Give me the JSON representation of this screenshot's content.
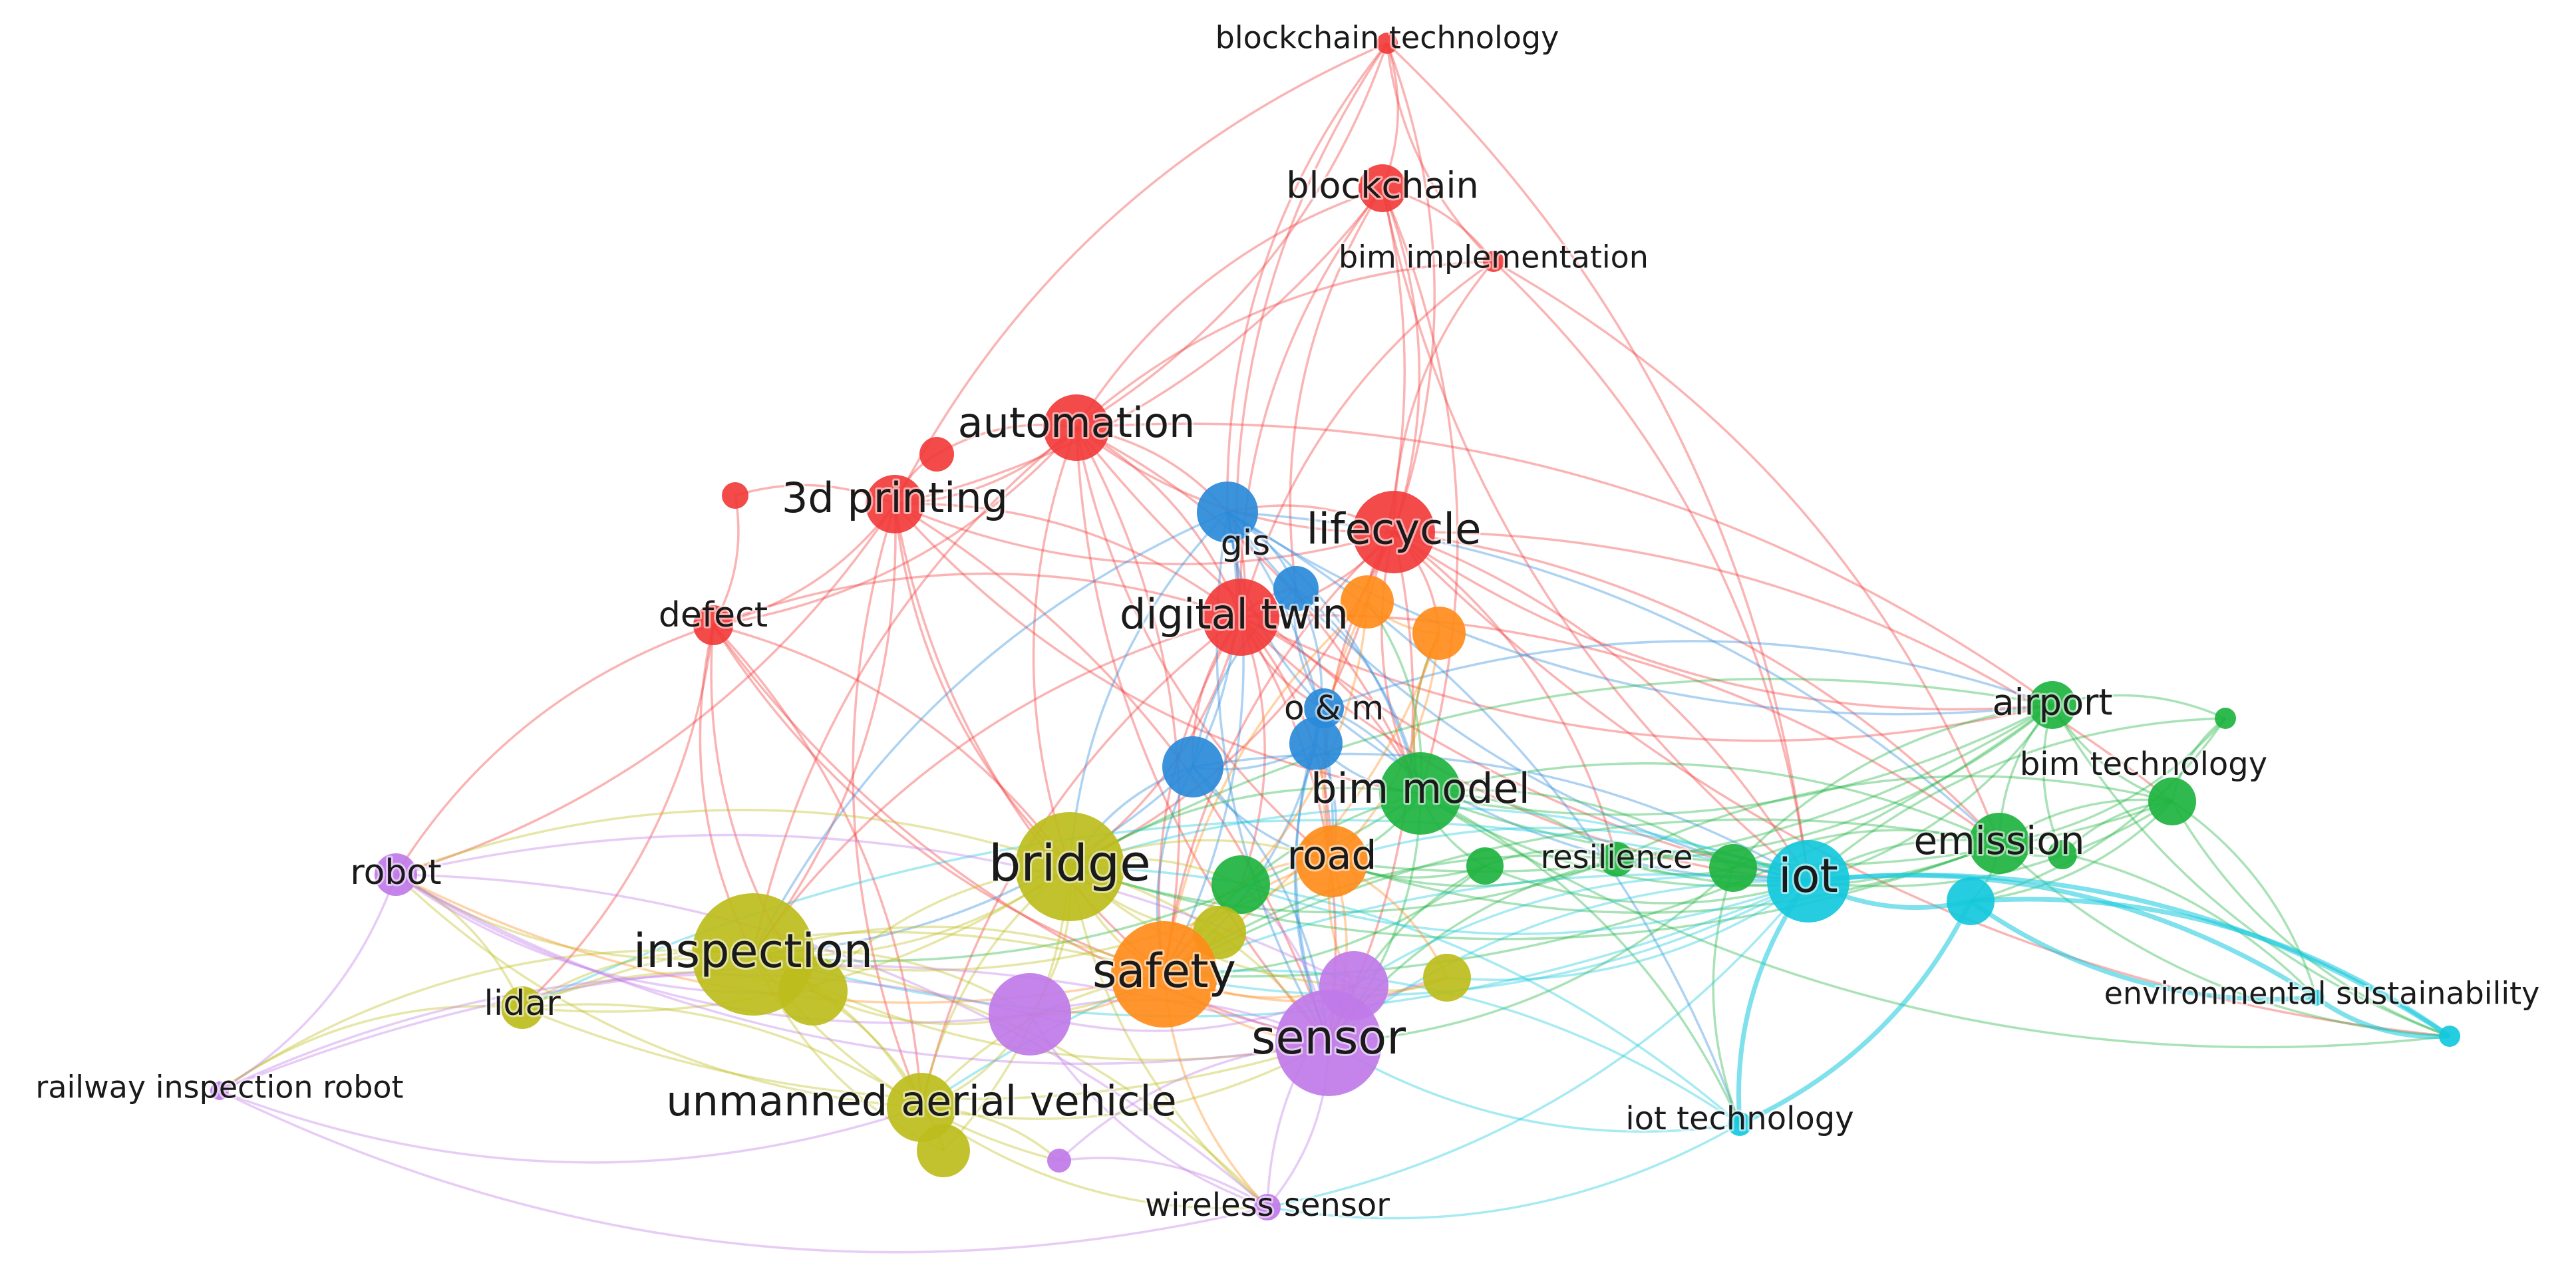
{
  "clusters": {
    "red": "#f23b3b",
    "blue": "#2a8ad9",
    "green": "#1eb33f",
    "cyan": "#14c8dc",
    "yellow": "#bdbd1c",
    "orange": "#ff8c1a",
    "purple": "#c07ae8"
  },
  "keywords": [
    {
      "id": "blockchain-technology",
      "label": "blockchain technology",
      "cluster": "red"
    },
    {
      "id": "blockchain",
      "label": "blockchain",
      "cluster": "red"
    },
    {
      "id": "bim-implementation",
      "label": "bim implementation",
      "cluster": "red"
    },
    {
      "id": "automation",
      "label": "automation",
      "cluster": "red"
    },
    {
      "id": "3d-printing",
      "label": "3d printing",
      "cluster": "red"
    },
    {
      "id": "lifecycle",
      "label": "lifecycle",
      "cluster": "red"
    },
    {
      "id": "digital-twin",
      "label": "digital twin",
      "cluster": "red"
    },
    {
      "id": "defect",
      "label": "defect",
      "cluster": "red"
    },
    {
      "id": "red-small-1",
      "label": "",
      "cluster": "red"
    },
    {
      "id": "red-small-2",
      "label": "",
      "cluster": "red"
    },
    {
      "id": "gis",
      "label": "gis",
      "cluster": "blue"
    },
    {
      "id": "o-m",
      "label": "o & m",
      "cluster": "blue"
    },
    {
      "id": "blue-1",
      "label": "",
      "cluster": "blue"
    },
    {
      "id": "blue-2",
      "label": "",
      "cluster": "blue"
    },
    {
      "id": "blue-3",
      "label": "",
      "cluster": "blue"
    },
    {
      "id": "bim-model",
      "label": "bim model",
      "cluster": "green"
    },
    {
      "id": "airport",
      "label": "airport",
      "cluster": "green"
    },
    {
      "id": "bim-technology",
      "label": "bim technology",
      "cluster": "green"
    },
    {
      "id": "emission",
      "label": "emission",
      "cluster": "green"
    },
    {
      "id": "resilience",
      "label": "resilience",
      "cluster": "green"
    },
    {
      "id": "green-1",
      "label": "",
      "cluster": "green"
    },
    {
      "id": "green-2",
      "label": "",
      "cluster": "green"
    },
    {
      "id": "green-3",
      "label": "",
      "cluster": "green"
    },
    {
      "id": "green-4",
      "label": "",
      "cluster": "green"
    },
    {
      "id": "green-5",
      "label": "",
      "cluster": "green"
    },
    {
      "id": "iot",
      "label": "iot",
      "cluster": "cyan"
    },
    {
      "id": "environmental-sustainability",
      "label": "environmental sustainability",
      "cluster": "cyan"
    },
    {
      "id": "iot-technology",
      "label": "iot technology",
      "cluster": "cyan"
    },
    {
      "id": "cyan-1",
      "label": "",
      "cluster": "cyan"
    },
    {
      "id": "cyan-2",
      "label": "",
      "cluster": "cyan"
    },
    {
      "id": "bridge",
      "label": "bridge",
      "cluster": "yellow"
    },
    {
      "id": "inspection",
      "label": "inspection",
      "cluster": "yellow"
    },
    {
      "id": "lidar",
      "label": "lidar",
      "cluster": "yellow"
    },
    {
      "id": "unmanned-aerial-vehicle",
      "label": "unmanned aerial vehicle",
      "cluster": "yellow"
    },
    {
      "id": "yellow-1",
      "label": "",
      "cluster": "yellow"
    },
    {
      "id": "yellow-2",
      "label": "",
      "cluster": "yellow"
    },
    {
      "id": "yellow-3",
      "label": "",
      "cluster": "yellow"
    },
    {
      "id": "yellow-4",
      "label": "",
      "cluster": "yellow"
    },
    {
      "id": "safety",
      "label": "safety",
      "cluster": "orange"
    },
    {
      "id": "road",
      "label": "road",
      "cluster": "orange"
    },
    {
      "id": "orange-1",
      "label": "",
      "cluster": "orange"
    },
    {
      "id": "orange-2",
      "label": "",
      "cluster": "orange"
    },
    {
      "id": "sensor",
      "label": "sensor",
      "cluster": "purple"
    },
    {
      "id": "robot",
      "label": "robot",
      "cluster": "purple"
    },
    {
      "id": "railway-inspection-robot",
      "label": "railway inspection robot",
      "cluster": "purple"
    },
    {
      "id": "wireless-sensor",
      "label": "wireless sensor",
      "cluster": "purple"
    },
    {
      "id": "purple-1",
      "label": "",
      "cluster": "purple"
    },
    {
      "id": "purple-2",
      "label": "",
      "cluster": "purple"
    },
    {
      "id": "purple-3",
      "label": "",
      "cluster": "purple"
    }
  ]
}
